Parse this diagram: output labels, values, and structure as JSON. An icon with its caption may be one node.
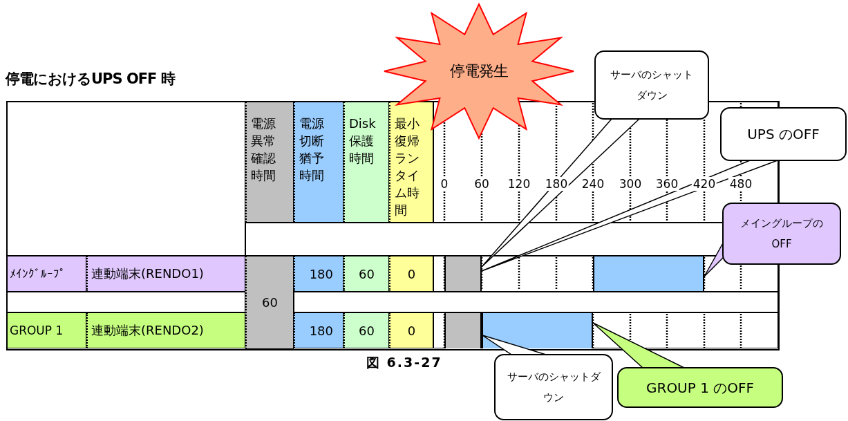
{
  "diagram": {
    "title": "停電におけるUPS OFF 時",
    "caption": "図 6.3-27",
    "nodes": [
      {
        "text": [
          "停電発生"
        ]
      },
      {
        "text": [
          "サーバのシャットダウン"
        ]
      },
      {
        "text": [
          "UPS のOFF"
        ]
      },
      {
        "text": [
          "メイングループのOFF"
        ]
      },
      {
        "text": [
          "サーバのシャットダウン"
        ]
      },
      {
        "text": [
          "GROUP 1 のOFF"
        ]
      },
      {
        "text": [],
        "shape": "bar"
      },
      {
        "text": [],
        "shape": "bar"
      },
      {
        "text": [],
        "shape": "bar"
      },
      {
        "text": [],
        "shape": "bar"
      }
    ],
    "edges": [
      {
        "from": 1,
        "to": 6,
        "arrow": "none"
      },
      {
        "from": 2,
        "to": 6,
        "arrow": "none"
      },
      {
        "from": 3,
        "to": 7,
        "arrow": "none"
      },
      {
        "from": 4,
        "to": 9,
        "arrow": "none"
      },
      {
        "from": 5,
        "to": 9,
        "arrow": "none"
      }
    ],
    "labels": [
      "電源異常確認時間",
      "電源切断猶予時間",
      "Disk保護時間",
      "最小復帰ランタイム時間",
      "0",
      "60",
      "120",
      "180",
      "240",
      "300",
      "360",
      "420",
      "480",
      "ﾒｲﾝｸﾞﾙｰﾌﾟ",
      "連動端末(RENDO1)",
      "60",
      "180",
      "60",
      "0",
      "GROUP 1",
      "連動端末(RENDO2)",
      "180",
      "60",
      "0"
    ]
  }
}
